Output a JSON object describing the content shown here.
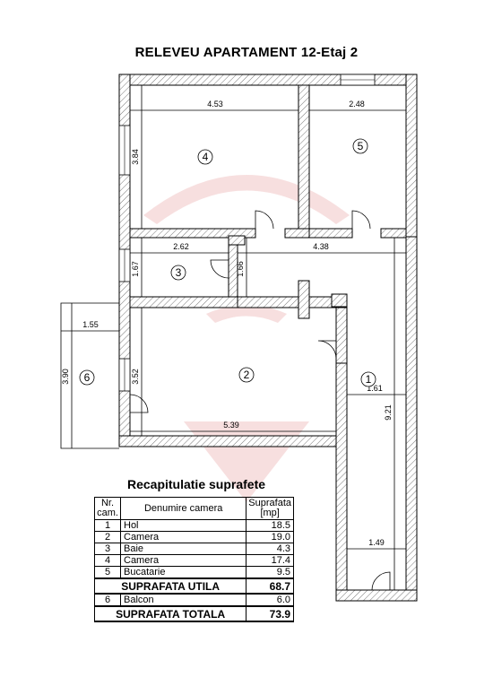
{
  "title": "RELEVEU APARTAMENT 12-Etaj 2",
  "dimensions": {
    "d453": "4.53",
    "d248": "2.48",
    "d384": "3.84",
    "d262": "2.62",
    "d438": "4.38",
    "d167": "1.67",
    "d166": "1.66",
    "d155": "1.55",
    "d390": "3.90",
    "d352": "3.52",
    "d161": "1.61",
    "d921": "9.21",
    "d539": "5.39",
    "d149": "1.49"
  },
  "room_labels": {
    "r1": "1",
    "r2": "2",
    "r3": "3",
    "r4": "4",
    "r5": "5",
    "r6": "6"
  },
  "table": {
    "title": "Recapitulatie suprafete",
    "head_nr": "Nr. cam.",
    "head_name": "Denumire camera",
    "head_area": "Suprafata [mp]",
    "rows": [
      {
        "nr": "1",
        "name": "Hol",
        "area": "18.5"
      },
      {
        "nr": "2",
        "name": "Camera",
        "area": "19.0"
      },
      {
        "nr": "3",
        "name": "Baie",
        "area": "4.3"
      },
      {
        "nr": "4",
        "name": "Camera",
        "area": "17.4"
      },
      {
        "nr": "5",
        "name": "Bucatarie",
        "area": "9.5"
      }
    ],
    "useful_label": "SUPRAFATA UTILA",
    "useful_value": "68.7",
    "balcony": {
      "nr": "6",
      "name": "Balcon",
      "area": "6.0"
    },
    "total_label": "SUPRAFATA TOTALA",
    "total_value": "73.9"
  }
}
